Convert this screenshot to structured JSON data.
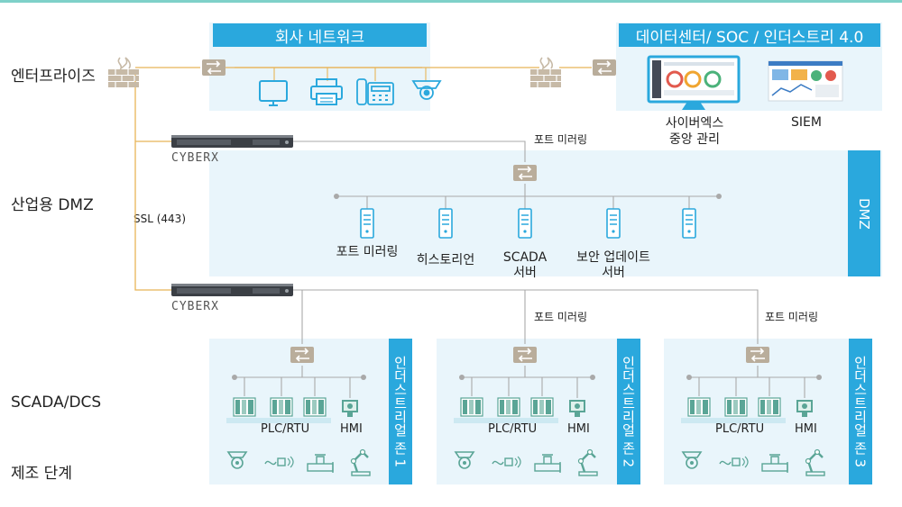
{
  "levels": {
    "enterprise": "엔터프라이즈",
    "dmz": "산업용 DMZ",
    "scada": "SCADA/DCS",
    "manufacturing": "제조 단계"
  },
  "corporate": {
    "title": "회사 네트워크"
  },
  "datacenter": {
    "title": "데이터센터/ SOC / 인더스트리 4.0",
    "cyberx_mgmt": [
      "사이버엑스",
      "중앙 관리"
    ],
    "siem": "SIEM"
  },
  "ssl_label": "SSL (443)",
  "cyberx_logo": "CYBERX",
  "port_mirroring": "포트 미러링",
  "dmz": {
    "side_label": "DMZ",
    "servers": [
      {
        "label": [
          "포트 미러링"
        ]
      },
      {
        "label": [
          "히스토리언"
        ]
      },
      {
        "label": [
          "SCADA",
          "서버"
        ]
      },
      {
        "label": [
          "보안 업데이트",
          "서버"
        ]
      },
      {
        "label": []
      }
    ]
  },
  "zones": [
    {
      "side_label": "인더스트리얼 존 1",
      "plc": "PLC/RTU",
      "hmi": "HMI"
    },
    {
      "side_label": "인더스트리얼 존 2",
      "plc": "PLC/RTU",
      "hmi": "HMI"
    },
    {
      "side_label": "인더스트리얼 존 3",
      "plc": "PLC/RTU",
      "hmi": "HMI"
    }
  ],
  "colors": {
    "accent": "#2aa8dd",
    "zone_bg": "#e9f5fb",
    "line_orange": "#e8b558",
    "device_green": "#5aa596"
  }
}
